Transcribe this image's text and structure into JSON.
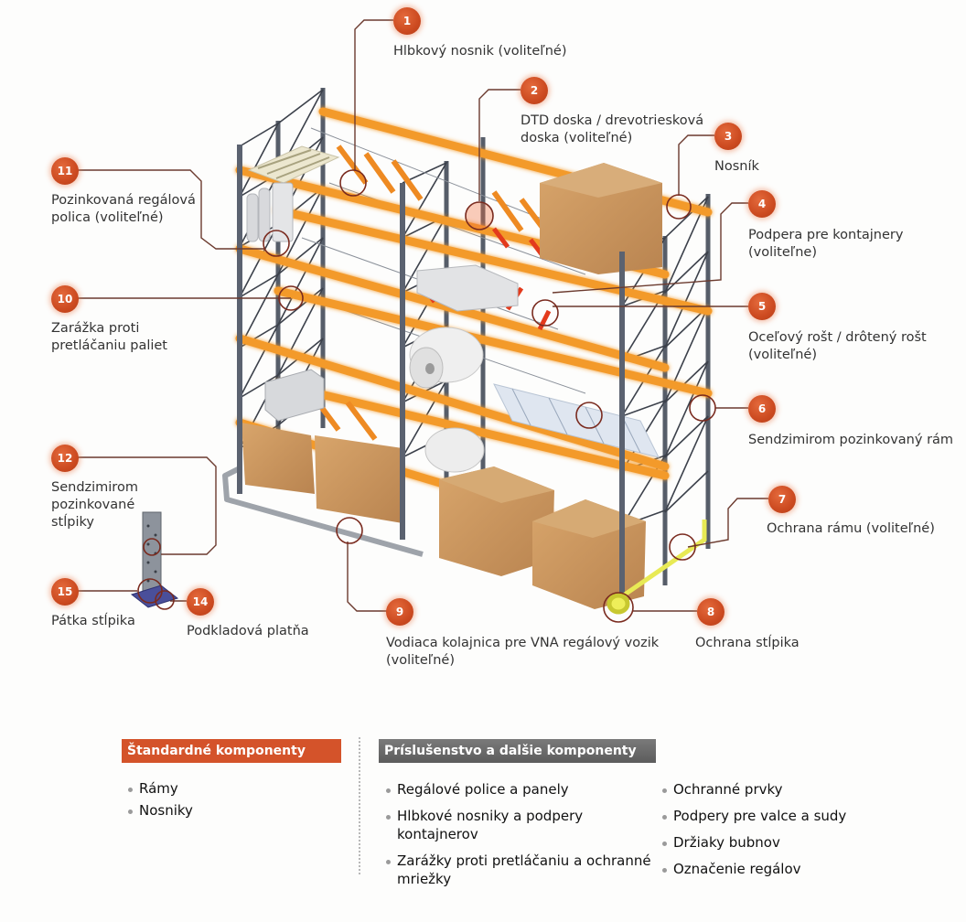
{
  "diagram": {
    "subject": "Pallet racking system components",
    "colors": {
      "beam_orange": "#f39a2b",
      "frame_grey": "#5b6270",
      "badge_red": "#cc4a20",
      "leader_line": "#6b3a2e",
      "box_brown": "#c9955a",
      "std_header_bg": "#d4532a",
      "acc_header_bg": "#666666"
    },
    "callouts": [
      {
        "number": "1",
        "label": "Hlbkový nosnik (voliteľné)"
      },
      {
        "number": "2",
        "label": "DTD doska / drevotriesková\ndoska (voliteľné)"
      },
      {
        "number": "3",
        "label": "Nosník"
      },
      {
        "number": "4",
        "label": "Podpera pre kontajnery\n(voliteľne)"
      },
      {
        "number": "5",
        "label": "Oceľový rošt / drôtený rošt\n(voliteľné)"
      },
      {
        "number": "6",
        "label": "Sendzimirom pozinkovaný rám"
      },
      {
        "number": "7",
        "label": "Ochrana rámu (voliteľné)"
      },
      {
        "number": "8",
        "label": "Ochrana stĺpika"
      },
      {
        "number": "9",
        "label": "Vodiaca kolajnica pre VNA regálový vozik\n(voliteľné)"
      },
      {
        "number": "10",
        "label": "Zarážka proti\npretláčaniu paliet"
      },
      {
        "number": "11",
        "label": "Pozinkovaná regálová\npolica (voliteľné)"
      },
      {
        "number": "12",
        "label": "Sendzimirom\npozinkované\nstĺpiky"
      },
      {
        "number": "14",
        "label": "Podkladová platňa"
      },
      {
        "number": "15",
        "label": "Pátka stĺpika"
      }
    ]
  },
  "legend": {
    "standard": {
      "title": "Štandardné komponenty",
      "items": [
        "Rámy",
        "Nosniky"
      ]
    },
    "accessories": {
      "title": "Príslušenstvo a dalšie komponenty",
      "column1": [
        "Regálové police a panely",
        "Hlbkové nosniky a podpery kontajnerov",
        "Zarážky proti pretláčaniu a ochranné\nmriežky"
      ],
      "column2": [
        "Ochranné prvky",
        "Podpery pre valce a sudy",
        "Držiaky bubnov",
        "Označenie regálov"
      ]
    }
  }
}
